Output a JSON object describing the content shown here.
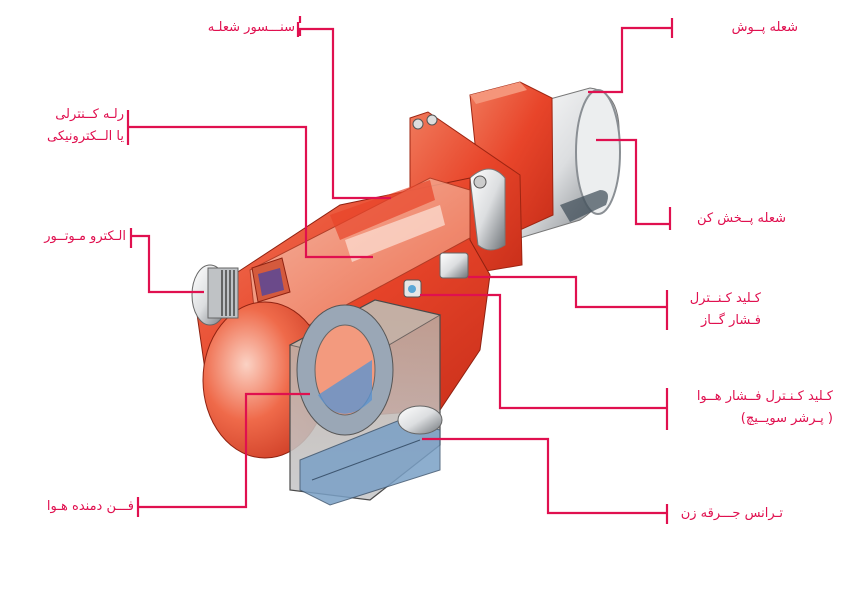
{
  "diagram": {
    "title": "",
    "subject": "burner-cutaway-illustration",
    "colors": {
      "leader_line": "#e0104f",
      "label_text": "#e0104f",
      "housing_red": "#e8452a",
      "housing_light": "#f3a08a",
      "chrome": "#d9dbdd",
      "blue_tray": "#6f9cc9",
      "background": "#ffffff"
    },
    "labels": {
      "flame_sensor": {
        "lines": [
          "سنـــسور شعلـه"
        ]
      },
      "control_relay": {
        "lines": [
          "رلـه کــنترلی",
          "یا الــکترونیکی"
        ]
      },
      "electro_motor": {
        "lines": [
          "الـکترو مـوتــور"
        ]
      },
      "air_blower_fan": {
        "lines": [
          "فـــن دمنده هـوا"
        ]
      },
      "flame_cover": {
        "lines": [
          "شعله پــوش"
        ]
      },
      "flame_diffuser": {
        "lines": [
          "شعله پــخش کن"
        ]
      },
      "gas_pressure_switch": {
        "lines": [
          "کـلید کـنــترل",
          "فـشار گــاز"
        ]
      },
      "air_pressure_switch": {
        "lines": [
          "کـلید کـنـترل فــشار هــوا",
          "( پـرشر سویــیچ)"
        ]
      },
      "ignition_transformer": {
        "lines": [
          "تـرانس جـــرقه زن"
        ]
      }
    }
  }
}
